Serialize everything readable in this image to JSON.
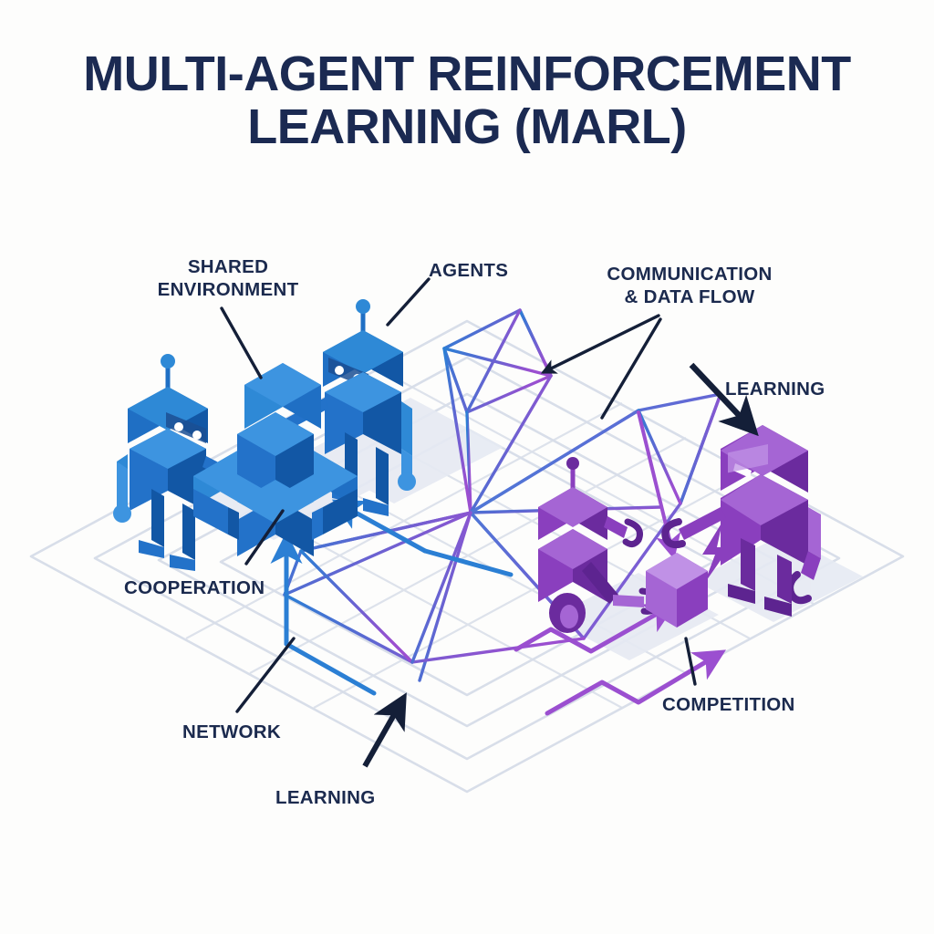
{
  "title": {
    "line1": "MULTI-AGENT REINFORCEMENT",
    "line2": "LEARNING (MARL)"
  },
  "callouts": {
    "shared_environment": {
      "line1": "SHARED",
      "line2": "ENVIRONMENT"
    },
    "agents": "AGENTS",
    "communication": {
      "line1": "COMMUNICATION",
      "line2": "& DATA FLOW"
    },
    "learning_right": "LEARNING",
    "cooperation": "COOPERATION",
    "network": "NETWORK",
    "learning_bottom": "LEARNING",
    "competition": "COMPETITION"
  },
  "colors": {
    "background": "#fdfdfc",
    "title_navy": "#1b2a52",
    "label_navy": "#1b2a4e",
    "leader_line": "#141f38",
    "grid_line": "#d8dee9",
    "blue_dark": "#1257a5",
    "blue_mid": "#1f6fc4",
    "blue_light": "#3d94e0",
    "blue_pale": "#5aa9ea",
    "purple_dark": "#6b2b9e",
    "purple_mid": "#8a3fbe",
    "purple_light": "#a565d4",
    "purple_pale": "#bd8ae2",
    "net_blue": "#2b7fd4",
    "net_purple": "#9b4fd0",
    "shadow": "#e4e9f2"
  },
  "scene": {
    "cooperation_group": {
      "robot_left": "blue-robot-left",
      "robot_right": "blue-robot-right",
      "cube_held": "shared-cube-held",
      "cube_stack": "shared-cube-stack"
    },
    "competition_group": {
      "robot_small": "purple-robot-small",
      "robot_large": "purple-robot-angry",
      "contested_cube": "contested-cube",
      "spark": "conflict-spark"
    },
    "network": {
      "type": "polygonal-mesh",
      "gradient_from": "#2b7fd4",
      "gradient_to": "#9b4fd0"
    }
  }
}
